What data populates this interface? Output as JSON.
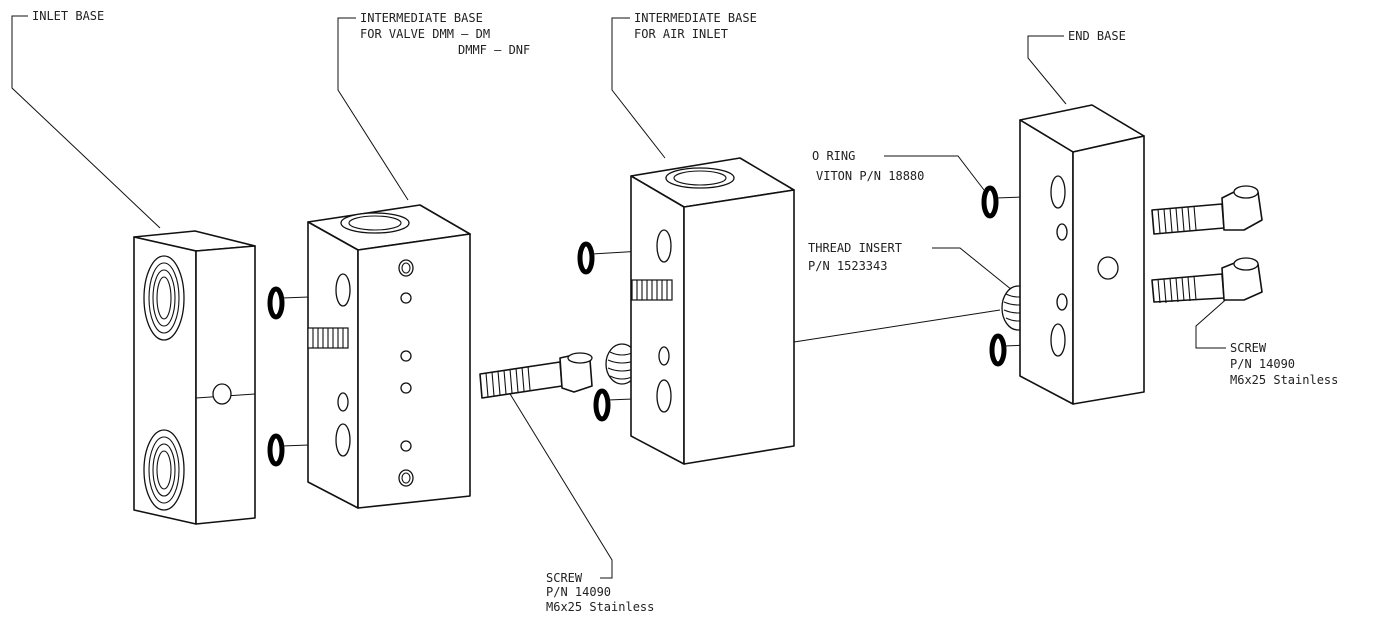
{
  "labels": {
    "inlet_base": "INLET BASE",
    "intermediate_valve_line1": "INTERMEDIATE BASE",
    "intermediate_valve_line2": "FOR VALVE DMM – DM",
    "intermediate_valve_line3": "DMMF – DNF",
    "intermediate_air_line1": "INTERMEDIATE BASE",
    "intermediate_air_line2": "FOR AIR INLET",
    "end_base": "END BASE",
    "oring_line1": "O RING",
    "oring_line2": "VITON P/N 18880",
    "thread_insert_line1": "THREAD INSERT",
    "thread_insert_line2": "P/N 1523343",
    "screw_bottom_line1": "SCREW",
    "screw_bottom_line2": "P/N 14090",
    "screw_bottom_line3": "M6x25 Stainless",
    "screw_right_line1": "SCREW",
    "screw_right_line2": "P/N 14090",
    "screw_right_line3": "M6x25 Stainless"
  }
}
